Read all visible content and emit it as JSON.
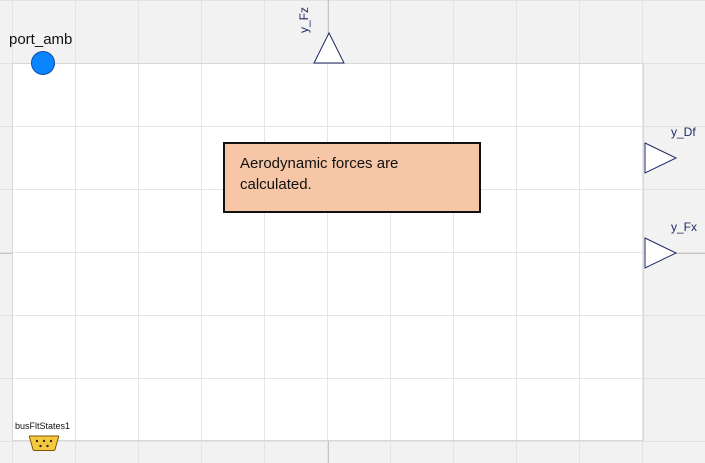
{
  "ports": {
    "port_amb": {
      "label": "port_amb",
      "color": "#0a84ff"
    },
    "y_fz": {
      "label": "y_Fz"
    },
    "y_df": {
      "label": "y_Df"
    },
    "y_fx": {
      "label": "y_Fx"
    },
    "bus": {
      "label": "busFltStates1",
      "color": "#f5c842"
    }
  },
  "note": {
    "text": "Aerodynamic forces are calculated.",
    "fill": "#f6c6a6"
  },
  "colors": {
    "signal_port": "#1f2a66",
    "canvas_bg": "#f2f2f2",
    "diagram_bg": "#ffffff"
  }
}
